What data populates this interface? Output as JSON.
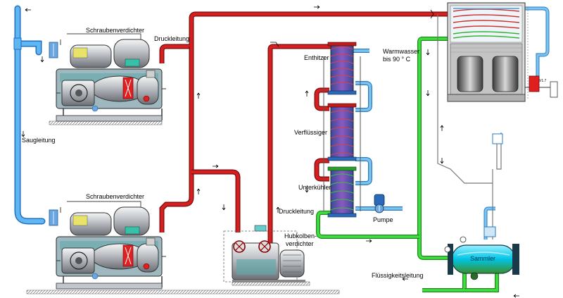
{
  "labels": {
    "screw_compressor_top": "Schraubenverdichter",
    "screw_compressor_bottom": "Schraubenverdichter",
    "discharge_line_top": "Druckleitung",
    "discharge_line_mid": "Druckleitung",
    "suction_line": "Saugleitung",
    "desuperheater": "Enthitzer",
    "hot_water_1": "Warmwasser",
    "hot_water_2": "bis 90 ° C",
    "condenser": "Verflüssiger",
    "subcooler": "Unterkühler",
    "pump": "Pumpe",
    "piston_compressor_1": "Hubkolben-",
    "piston_compressor_2": "verdichter",
    "receiver": "Sammler",
    "liquid_line": "Flüssigkeitsleitung",
    "valve_tag": "V1.7"
  },
  "colors": {
    "discharge": "#c81818",
    "suction": "#3a9ee6",
    "liquid": "#36d836",
    "water": "#6bb6e8",
    "plate_hx": "#6a5aa8",
    "compressor_body": "#c8ccd0",
    "receiver": "#00c8e8",
    "floor": "#707070",
    "outline": "#1a1a1a"
  },
  "icons": [
    "flow-arrow-icon",
    "valve-icon",
    "pressure-gauge-icon",
    "motor-icon",
    "pump-icon"
  ]
}
